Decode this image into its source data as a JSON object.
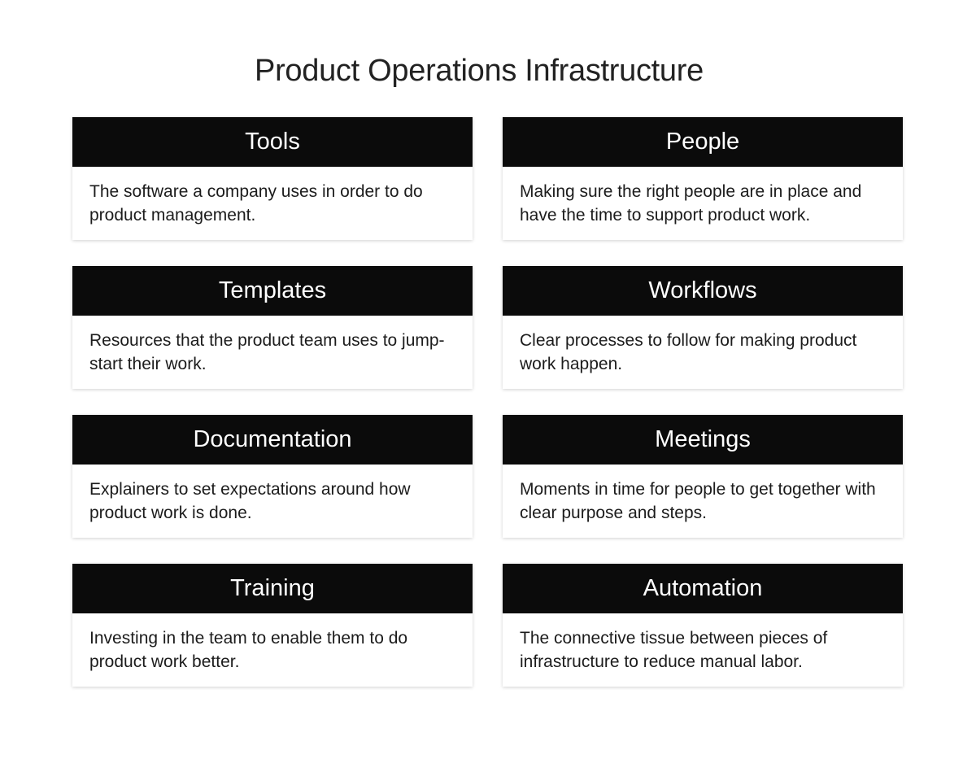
{
  "title": "Product Operations Infrastructure",
  "colors": {
    "header_bg": "#0b0b0b",
    "header_text": "#ffffff",
    "body_bg": "#ffffff",
    "text": "#1c1c1c"
  },
  "cards": [
    {
      "heading": "Tools",
      "description": "The software a company uses in order to do product management."
    },
    {
      "heading": "People",
      "description": "Making sure the right people are in place and have the time to support product work."
    },
    {
      "heading": "Templates",
      "description": "Resources that the product team uses to jump-start their work."
    },
    {
      "heading": "Workflows",
      "description": "Clear processes to follow for making product work happen."
    },
    {
      "heading": "Documentation",
      "description": "Explainers to set expectations around how product work is done."
    },
    {
      "heading": "Meetings",
      "description": "Moments in time for people to get together with clear purpose and steps."
    },
    {
      "heading": "Training",
      "description": "Investing in the team to enable them to do product work better."
    },
    {
      "heading": "Automation",
      "description": "The connective tissue between pieces of infrastructure to reduce manual labor."
    }
  ]
}
